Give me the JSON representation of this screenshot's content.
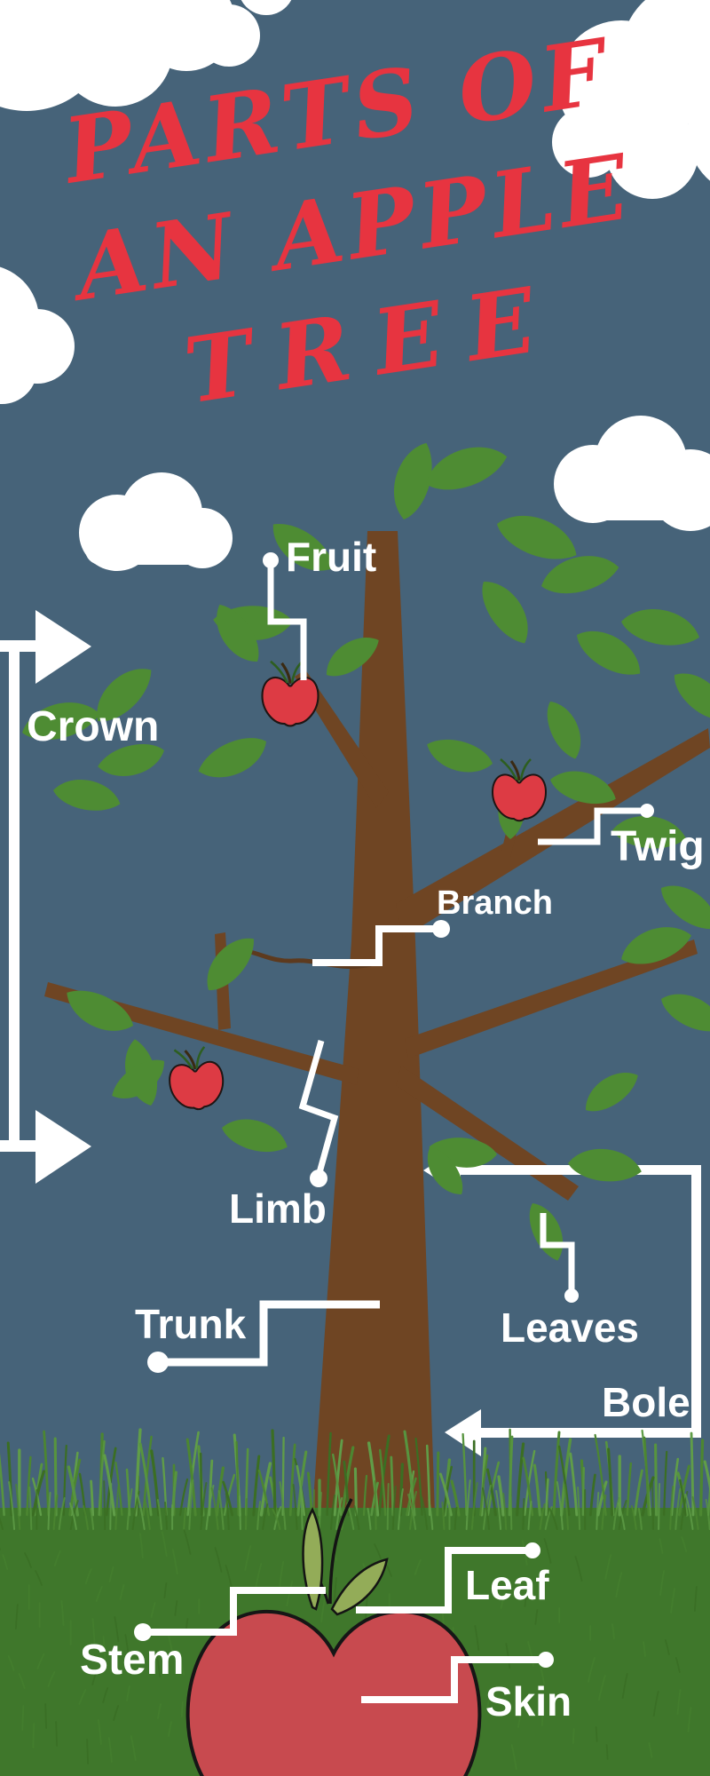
{
  "title": {
    "line1": "PARTS OF",
    "line2": "AN APPLE",
    "line3": "TREE"
  },
  "labels": {
    "fruit": "Fruit",
    "crown": "Crown",
    "twig": "Twig",
    "branch": "Branch",
    "limb": "Limb",
    "trunk": "Trunk",
    "leaves": "Leaves",
    "bole": "Bole",
    "leaf": "Leaf",
    "stem": "Stem",
    "skin": "Skin"
  },
  "colors": {
    "sky": "#466379",
    "title_red": "#e73440",
    "cloud_white": "#ffffff",
    "label_white": "#ffffff",
    "leaf_green": "#4e8c33",
    "trunk_brown": "#6f4523",
    "apple_red": "#dd3b44",
    "bottom_apple_red": "#c84a4f",
    "apple_leaf_olive": "#93ac58",
    "grass_green": "#3f772b",
    "grass_blade_light": "#579440"
  }
}
